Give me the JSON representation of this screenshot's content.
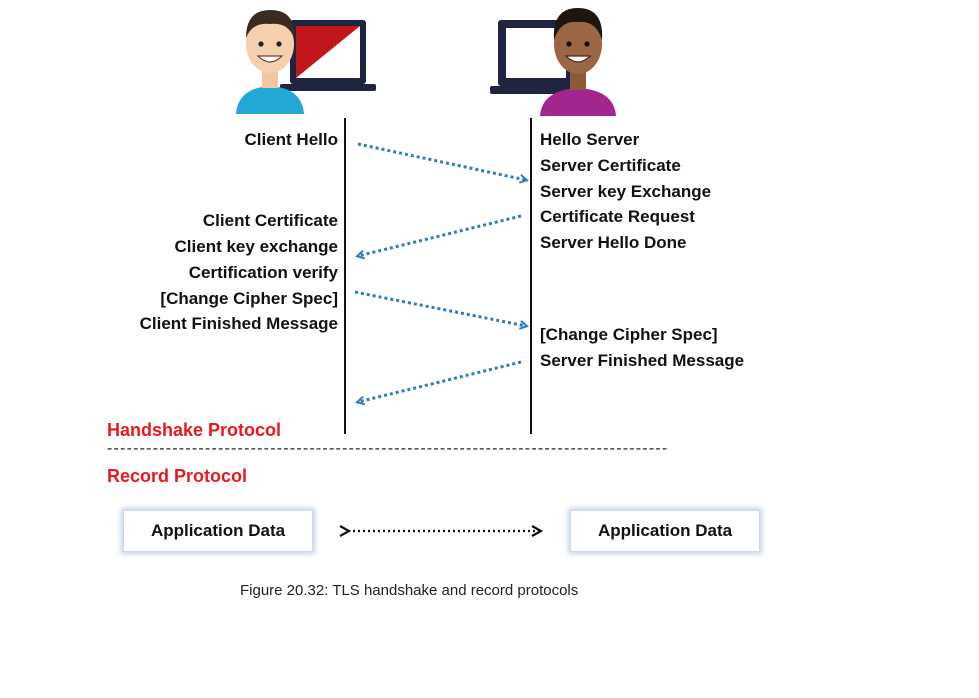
{
  "client_messages": [
    {
      "key": "client_hello",
      "text": "Client Hello"
    },
    {
      "key": "client_certificate",
      "text": "Client Certificate"
    },
    {
      "key": "client_key_exchange",
      "text": "Client key exchange"
    },
    {
      "key": "certification_verify",
      "text": "Certification verify"
    },
    {
      "key": "change_cipher_spec_client",
      "text": "[Change Cipher Spec]"
    },
    {
      "key": "client_finished",
      "text": "Client Finished Message"
    }
  ],
  "server_messages": [
    {
      "key": "hello_server",
      "text": "Hello Server"
    },
    {
      "key": "server_certificate",
      "text": "Server Certificate"
    },
    {
      "key": "server_key_exchange",
      "text": "Server key Exchange"
    },
    {
      "key": "certificate_request",
      "text": "Certificate Request"
    },
    {
      "key": "server_hello_done",
      "text": "Server Hello Done"
    },
    {
      "key": "change_cipher_spec_server",
      "text": "[Change Cipher Spec]"
    },
    {
      "key": "server_finished",
      "text": "Server Finished Message"
    }
  ],
  "protocols": {
    "handshake": "Handshake Protocol",
    "record": "Record Protocol",
    "color": "#e8191d"
  },
  "divider": "--------------------------------------------------------------------------------------",
  "application_data": {
    "left": "Application Data",
    "right": "Application Data"
  },
  "caption": "Figure 20.32: TLS handshake and record protocols",
  "colors": {
    "arrow": "#2e7bc4",
    "client_shirt": "#23a8d6",
    "server_shirt": "#a1268e",
    "laptop_screen_accent": "#c0161c",
    "laptop_dark": "#1f2440"
  },
  "icons": [
    "client-person-icon",
    "client-laptop-icon",
    "server-person-icon",
    "server-laptop-icon"
  ]
}
